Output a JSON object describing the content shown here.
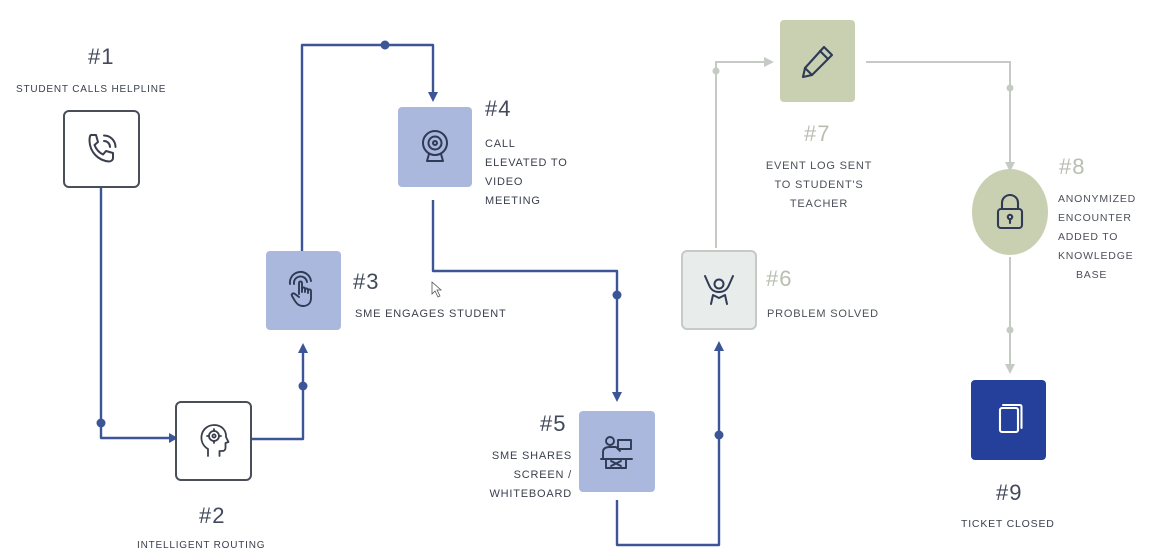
{
  "steps": [
    {
      "number": "#1",
      "label": "STUDENT CALLS HELPLINE",
      "icon": "phone-ringing-icon"
    },
    {
      "number": "#2",
      "label": "INTELLIGENT ROUTING",
      "icon": "head-brain-icon"
    },
    {
      "number": "#3",
      "label": "SME ENGAGES STUDENT",
      "icon": "pointing-hand-icon"
    },
    {
      "number": "#4",
      "label_lines": [
        "CALL",
        "ELEVATED TO",
        "VIDEO",
        "MEETING"
      ],
      "icon": "webcam-icon"
    },
    {
      "number": "#5",
      "label_lines": [
        "SME SHARES",
        "SCREEN /",
        "WHITEBOARD"
      ],
      "icon": "presenter-whiteboard-icon"
    },
    {
      "number": "#6",
      "label": "PROBLEM SOLVED",
      "icon": "celebrating-person-icon"
    },
    {
      "number": "#7",
      "label_lines": [
        "EVENT LOG SENT",
        "TO STUDENT'S",
        "TEACHER"
      ],
      "icon": "pencil-icon"
    },
    {
      "number": "#8",
      "label_lines": [
        "ANONYMIZED",
        "ENCOUNTER",
        "ADDED TO",
        "KNOWLEDGE",
        "BASE"
      ],
      "icon": "padlock-icon"
    },
    {
      "number": "#9",
      "label": "TICKET CLOSED",
      "icon": "document-icon"
    }
  ],
  "colors": {
    "flow_blue": "#3b5596",
    "flow_light": "#c5cbc4",
    "box_blue": "#a9b8dc",
    "box_sage": "#c9d0b1",
    "box_light_gray": "#e8ecea",
    "box_navy": "#24409a",
    "outline": "#4a4e58"
  }
}
